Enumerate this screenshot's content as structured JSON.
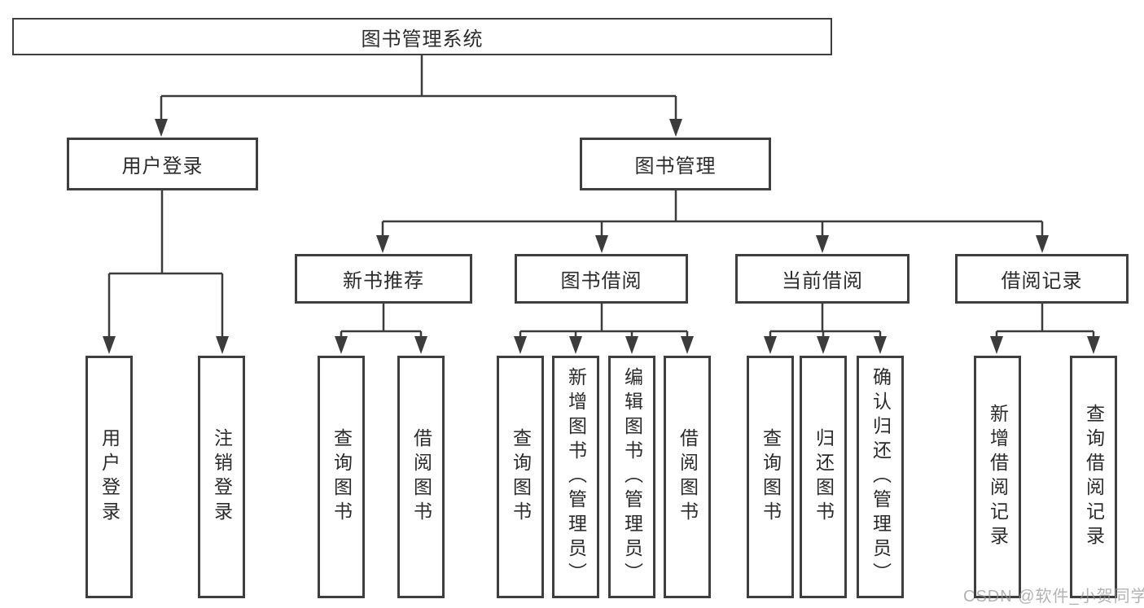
{
  "nodes": {
    "root": "图书管理系统",
    "level1": [
      "用户登录",
      "图书管理"
    ],
    "level2": [
      "新书推荐",
      "图书借阅",
      "当前借阅",
      "借阅记录"
    ],
    "leaves": [
      "用户登录",
      "注销登录",
      "查询图书",
      "借阅图书",
      "查询图书",
      "新增图书（管理员）",
      "编辑图书（管理员）",
      "借阅图书",
      "查询图书",
      "归还图书",
      "确认归还（管理员）",
      "新增借阅记录",
      "查询借阅记录"
    ]
  },
  "structure": {
    "图书管理系统": [
      "用户登录",
      "图书管理"
    ],
    "用户登录": [
      "用户登录",
      "注销登录"
    ],
    "图书管理": [
      "新书推荐",
      "图书借阅",
      "当前借阅",
      "借阅记录"
    ],
    "新书推荐": [
      "查询图书",
      "借阅图书"
    ],
    "图书借阅": [
      "查询图书",
      "新增图书（管理员）",
      "编辑图书（管理员）",
      "借阅图书"
    ],
    "当前借阅": [
      "查询图书",
      "归还图书",
      "确认归还（管理员）"
    ],
    "借阅记录": [
      "新增借阅记录",
      "查询借阅记录"
    ]
  },
  "watermark": "CSDN @软件_小贺同学",
  "colors": {
    "line": "#3c3c3c",
    "box_border": "#3f3f3f",
    "text": "#2b2b2b",
    "watermark": "#a9a9a9",
    "background": "#ffffff"
  }
}
